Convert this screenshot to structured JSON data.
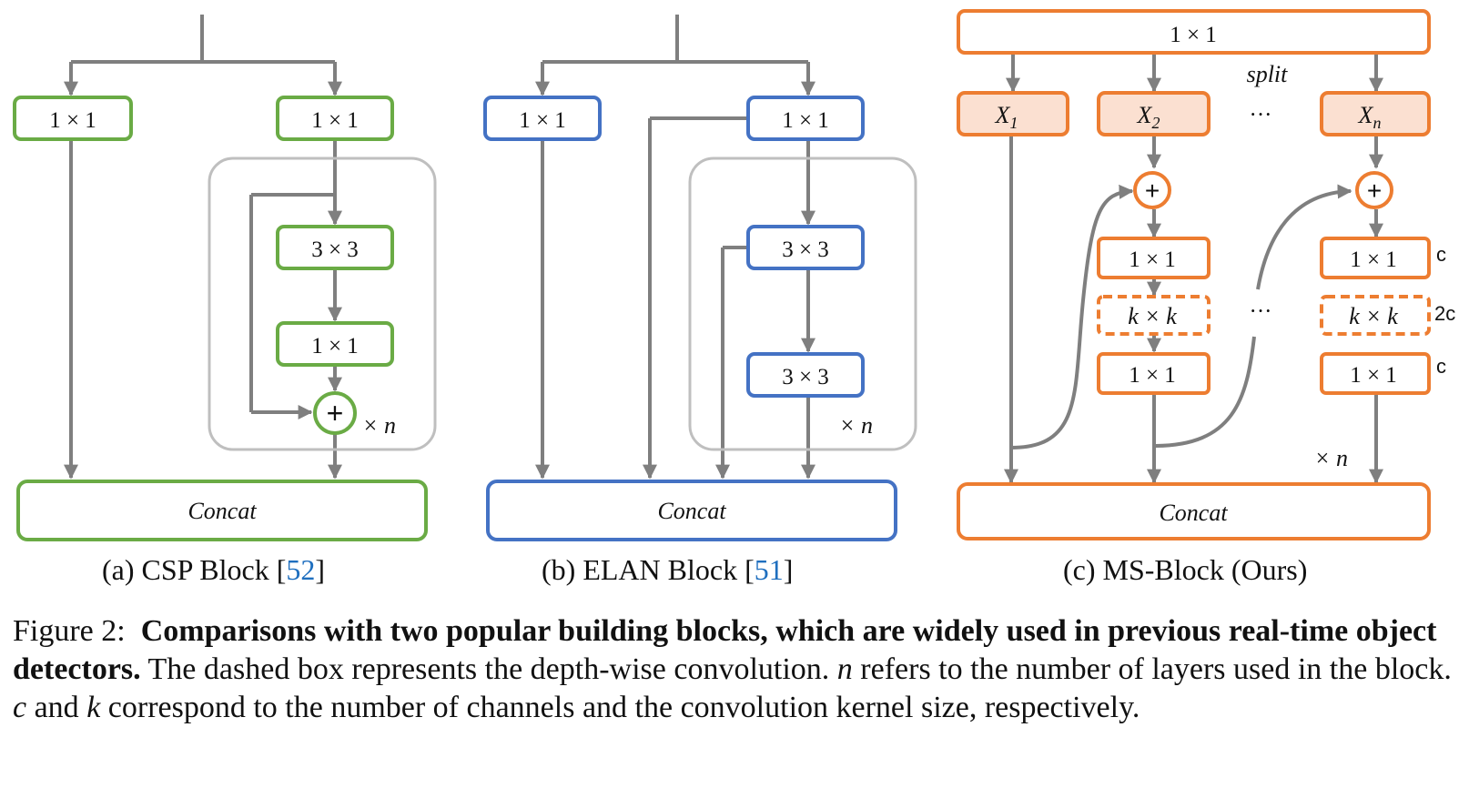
{
  "panel_a": {
    "top_left": "1 × 1",
    "top_right": "1 × 1",
    "conv3": "3 × 3",
    "conv1": "1 × 1",
    "plus": "+",
    "repeat": "× n",
    "concat": "Concat",
    "caption_text": "(a) CSP Block [",
    "caption_ref": "52",
    "caption_end": "]"
  },
  "panel_b": {
    "top_left": "1 × 1",
    "top_right": "1 × 1",
    "conv3a": "3 × 3",
    "conv3b": "3 × 3",
    "repeat": "× n",
    "concat": "Concat",
    "caption_text": "(b) ELAN Block [",
    "caption_ref": "51",
    "caption_end": "]"
  },
  "panel_c": {
    "top": "1 × 1",
    "split": "split",
    "x1": "X",
    "x1_sub": "1",
    "x2": "X",
    "x2_sub": "2",
    "xn": "X",
    "xn_sub": "n",
    "dots": "···",
    "plus": "+",
    "c1": "1 × 1",
    "kxk": "k × k",
    "c3": "1 × 1",
    "ch_c1": "c",
    "ch_2c": "2c",
    "ch_c2": "c",
    "repeat": "× n",
    "concat": "Concat",
    "caption": "(c) MS-Block (Ours)"
  },
  "figure_caption": {
    "label": "Figure 2:",
    "bold": "Comparisons with two popular building blocks, which are widely used in previous real-time object detectors.",
    "t1": " The dashed box represents the depth-wise convolution. ",
    "n": "n",
    "t2": " refers to the number of layers used in the block. ",
    "c": "c",
    "t3": " and ",
    "k": "k",
    "t4": " correspond to the number of channels and the convolution kernel size, respectively."
  },
  "colors": {
    "green": "#6aab45",
    "blue": "#4472c4",
    "orange": "#ed7d31",
    "orange_fill": "#fbe0d1",
    "line": "#7f7f7f",
    "group": "#bfbfbf"
  }
}
